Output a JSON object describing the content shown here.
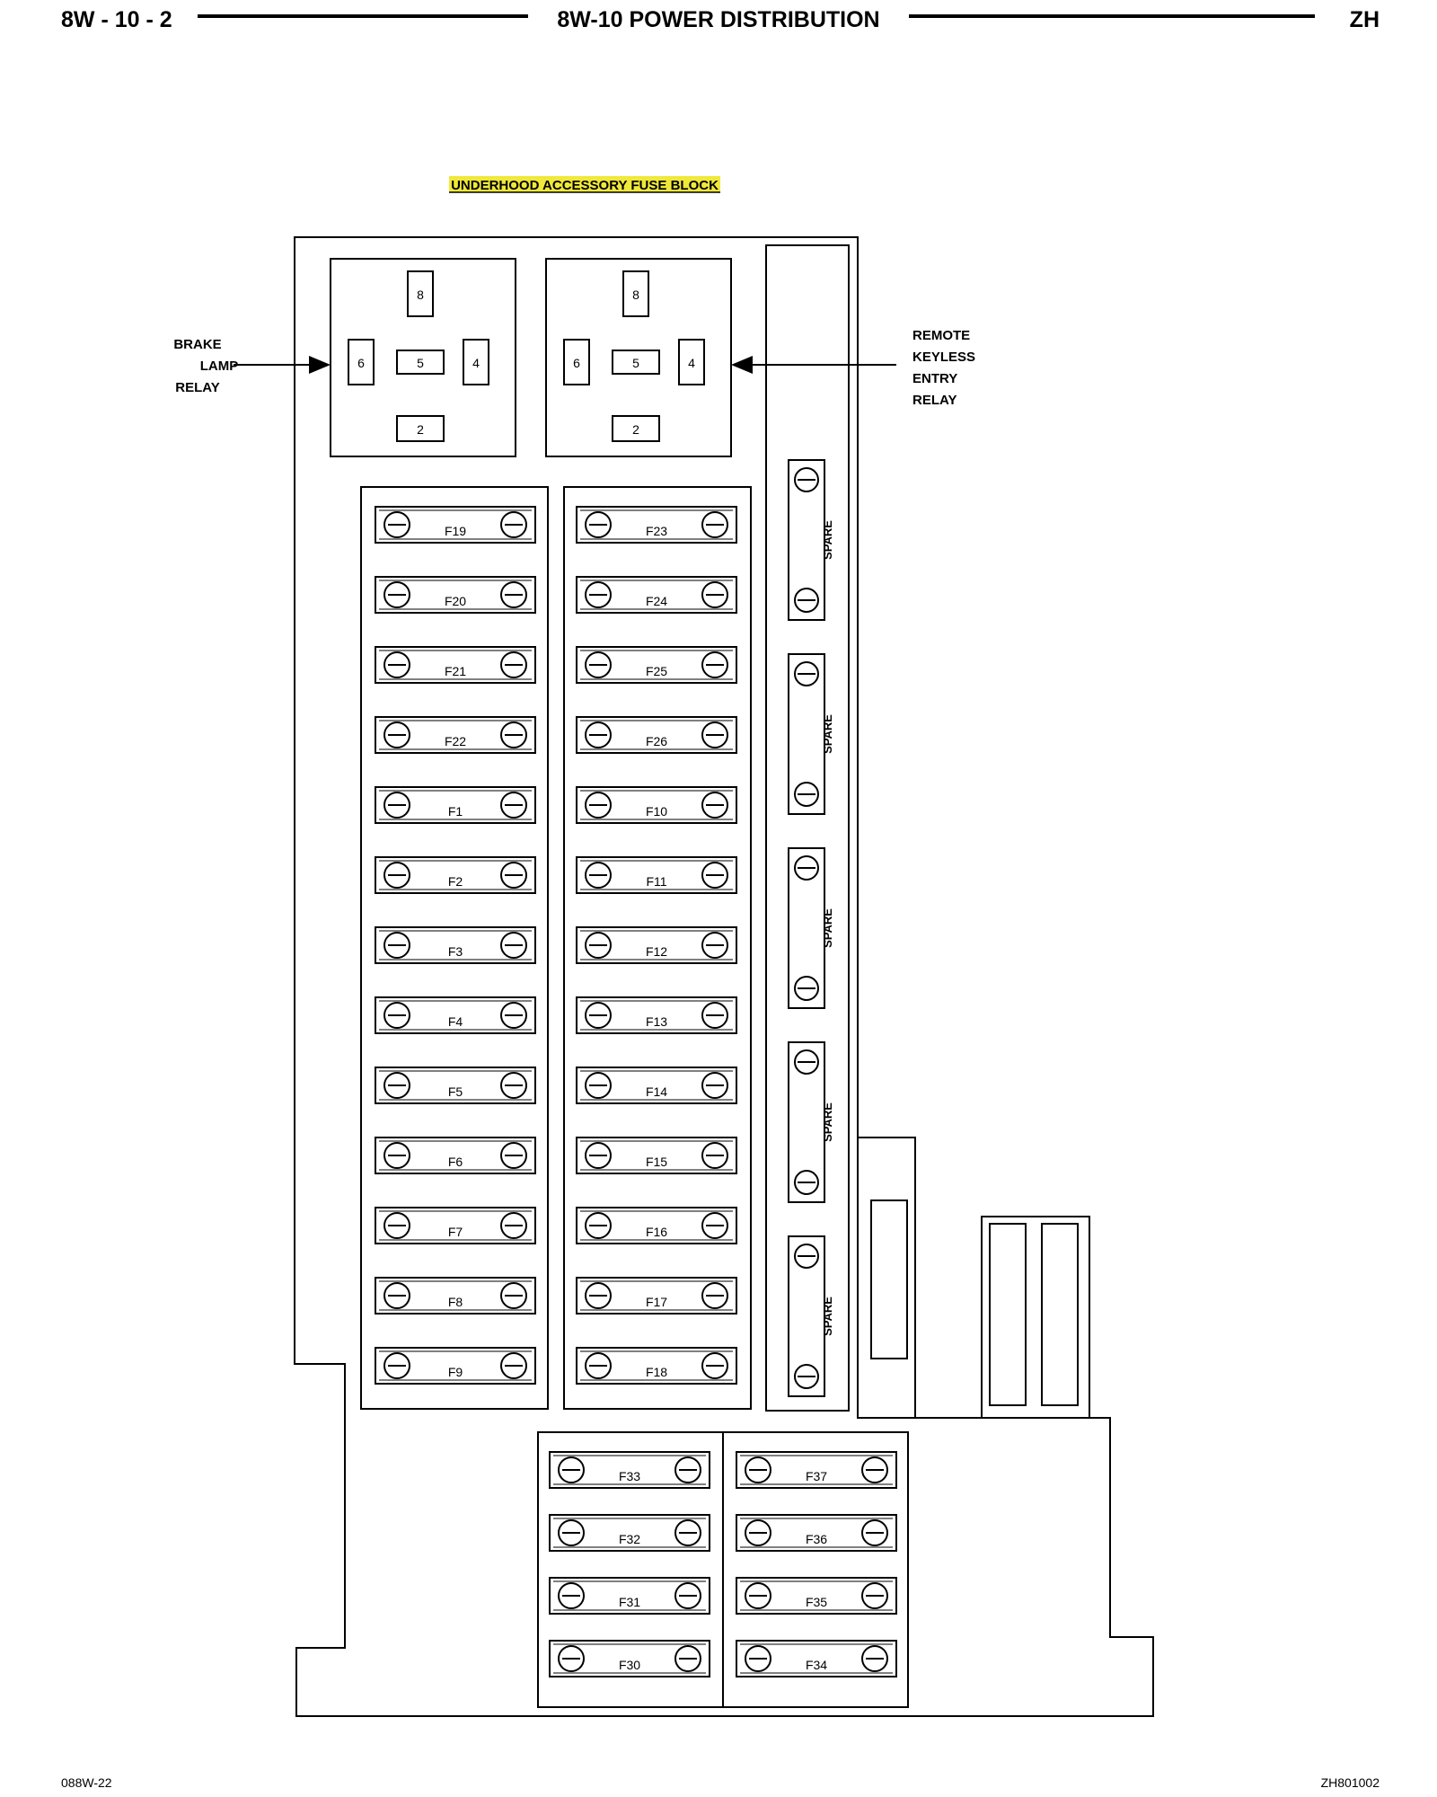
{
  "header": {
    "page_ref": "8W - 10 - 2",
    "section_title": "8W-10 POWER DISTRIBUTION",
    "model_code": "ZH"
  },
  "diagram": {
    "title": "UNDERHOOD ACCESSORY FUSE BLOCK",
    "title_highlight_color": "#f0e83a",
    "brake_relay": {
      "label_lines": [
        "BRAKE",
        "LAMP",
        "RELAY"
      ],
      "terminals": [
        "8",
        "6",
        "5",
        "4",
        "2"
      ]
    },
    "rke_relay": {
      "label_lines": [
        "REMOTE",
        "KEYLESS",
        "ENTRY",
        "RELAY"
      ],
      "terminals": [
        "8",
        "6",
        "5",
        "4",
        "2"
      ]
    },
    "fuses_column_1": [
      "F19",
      "F20",
      "F21",
      "F22",
      "F1",
      "F2",
      "F3",
      "F4",
      "F5",
      "F6",
      "F7",
      "F8",
      "F9"
    ],
    "fuses_column_2": [
      "F23",
      "F24",
      "F25",
      "F26",
      "F10",
      "F11",
      "F12",
      "F13",
      "F14",
      "F15",
      "F16",
      "F17",
      "F18"
    ],
    "spare_label": "SPARE",
    "spare_count": 5,
    "fuses_bottom_left": [
      "F33",
      "F32",
      "F31",
      "F30"
    ],
    "fuses_bottom_right": [
      "F37",
      "F36",
      "F35",
      "F34"
    ]
  },
  "footer": {
    "figure_id": "088W-22",
    "drawing_id": "ZH801002"
  }
}
